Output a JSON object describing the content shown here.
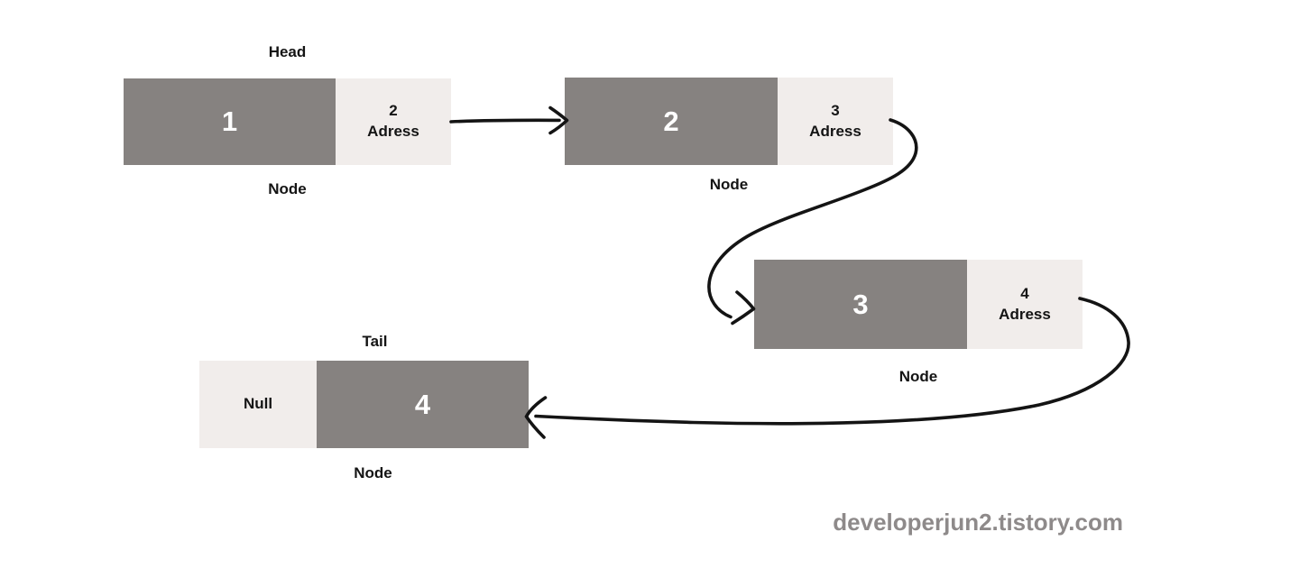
{
  "diagram": {
    "nodes": [
      {
        "top_label": "Head",
        "value": "1",
        "address_lines": [
          "2",
          "Adress"
        ],
        "bottom_label": "Node"
      },
      {
        "value": "2",
        "address_lines": [
          "3",
          "Adress"
        ],
        "bottom_label": "Node"
      },
      {
        "value": "3",
        "address_lines": [
          "4",
          "Adress"
        ],
        "bottom_label": "Node"
      },
      {
        "top_label": "Tail",
        "value": "4",
        "address_lines": [
          "Null"
        ],
        "bottom_label": "Node"
      }
    ],
    "arrows": [
      {
        "from": "node-1-address",
        "to": "node-2-data"
      },
      {
        "from": "node-2-address",
        "to": "node-3-data"
      },
      {
        "from": "node-3-address",
        "to": "node-4-data"
      }
    ],
    "watermark": "developerjun2.tistory.com",
    "colors": {
      "background": "#ffffff",
      "data_cell": "#868280",
      "address_cell": "#f1edeb",
      "value_text": "#ffffff",
      "label_text": "#141414",
      "arrow": "#141414",
      "watermark_text": "#8e8a8a"
    }
  }
}
